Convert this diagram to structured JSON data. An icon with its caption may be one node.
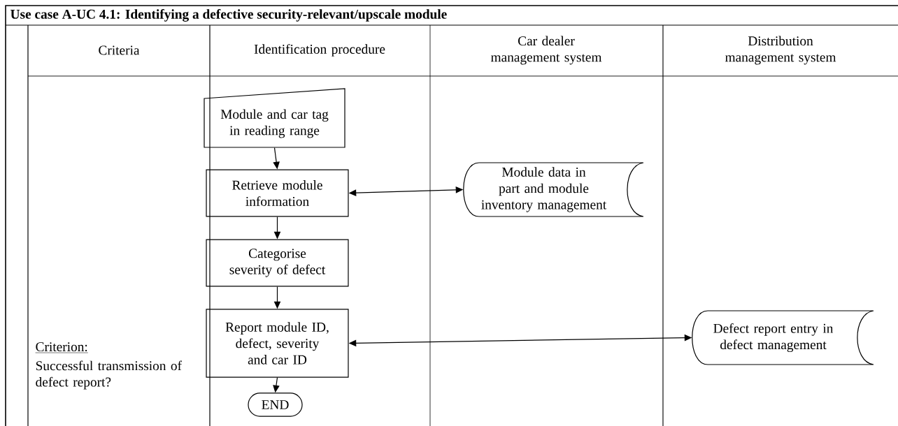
{
  "diagram": {
    "title": "Use case A-UC 4.1: Identifying a defective security-relevant/upscale module",
    "nodes": [
      {
        "text": [
          "Module and car tag in reading range"
        ]
      },
      {
        "text": [
          "Retrieve module information"
        ]
      },
      {
        "text": [
          "Categorise severity of defect"
        ]
      },
      {
        "text": [
          "Report module ID, defect, severity and car ID"
        ]
      },
      {
        "text": [
          "END"
        ]
      },
      {
        "text": [
          "Module data in part and module inventory management"
        ]
      },
      {
        "text": [
          "Defect report entry in defect management"
        ]
      }
    ],
    "edges": [
      {
        "from": 0,
        "to": 1,
        "arrow": "to"
      },
      {
        "from": 1,
        "to": 2,
        "arrow": "to"
      },
      {
        "from": 2,
        "to": 3,
        "arrow": "to"
      },
      {
        "from": 3,
        "to": 4,
        "arrow": "to"
      },
      {
        "from": 1,
        "to": 5,
        "arrow": "both"
      },
      {
        "from": 3,
        "to": 6,
        "arrow": "both"
      }
    ],
    "labels": [
      "Criteria",
      "Identification procedure",
      "Car dealer management system",
      "Distribution management system",
      "Criterion:",
      "Successful transmission of defect report?"
    ]
  }
}
